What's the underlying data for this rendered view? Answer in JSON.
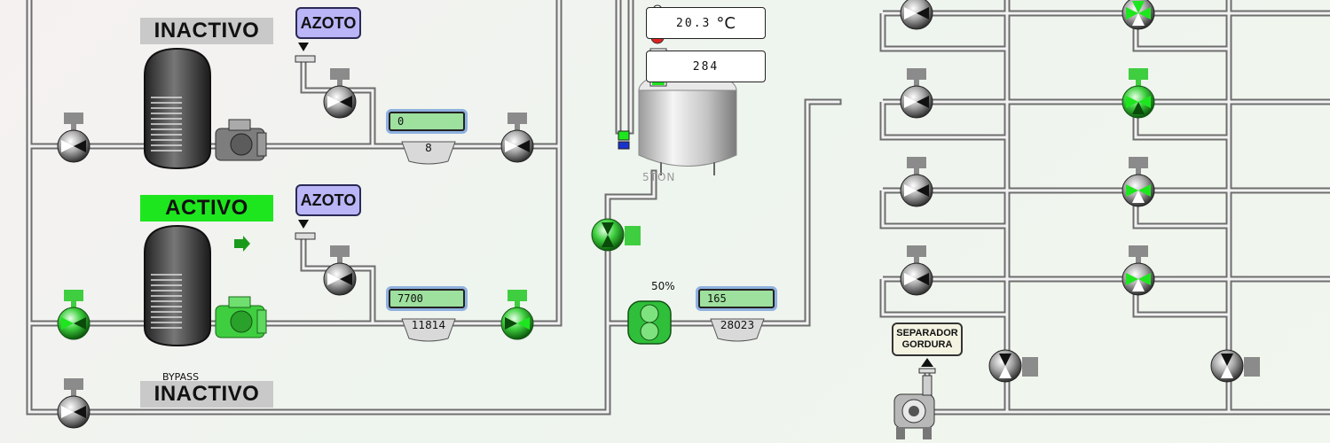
{
  "line1": {
    "status": "INACTIVO",
    "nitrogen_label": "AZOTO",
    "meter_rate": "0",
    "meter_total": "8"
  },
  "line2": {
    "status": "ACTIVO",
    "nitrogen_label": "AZOTO",
    "meter_rate": "7700",
    "meter_total": "11814"
  },
  "bypass": {
    "label": "BYPASS",
    "status": "INACTIVO"
  },
  "tank": {
    "temperature": "20.3",
    "temperature_unit": "°C",
    "level": "284",
    "capacity_label": "5TON"
  },
  "transfer_pump": {
    "speed": "50%"
  },
  "outlet_meter": {
    "rate": "165",
    "total": "28023"
  },
  "separator": {
    "line1": "SEPARADOR",
    "line2": "GORDURA"
  },
  "colors": {
    "active": "#1ee61e",
    "inactive": "#c9c9c9",
    "nitrogen": "#b9b5f7",
    "display": "#9ee09e"
  }
}
